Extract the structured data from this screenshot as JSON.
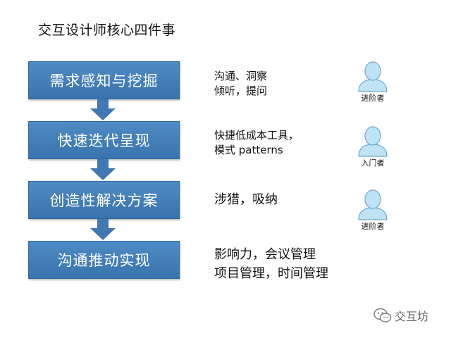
{
  "title": "交互设计师核心四件事",
  "steps": [
    {
      "label": "需求感知与挖掘",
      "notes": [
        "沟通、洞察",
        "倾听，提问"
      ],
      "role": "进阶者"
    },
    {
      "label": "快速迭代呈现",
      "notes": [
        "快捷低成本工具，",
        "模式 patterns"
      ],
      "role": "入门者"
    },
    {
      "label": "创造性解决方案",
      "notes": [
        "涉猎，吸纳"
      ],
      "role": "进阶者"
    },
    {
      "label": "沟通推动实现",
      "notes": [
        "影响力，会议管理",
        "项目管理，时间管理"
      ]
    }
  ],
  "brand": {
    "name": "交互坊",
    "icon": "wechat-icon"
  },
  "icons": {
    "arrow": "down-arrow-icon",
    "avatar": "user-avatar-icon"
  },
  "colors": {
    "step_fill_top": "#4f8bc4",
    "step_fill_bottom": "#3a73ad",
    "arrow": "#3f78b3",
    "avatar_fill": "#bfe3f5",
    "avatar_stroke": "#6fa8c8"
  }
}
